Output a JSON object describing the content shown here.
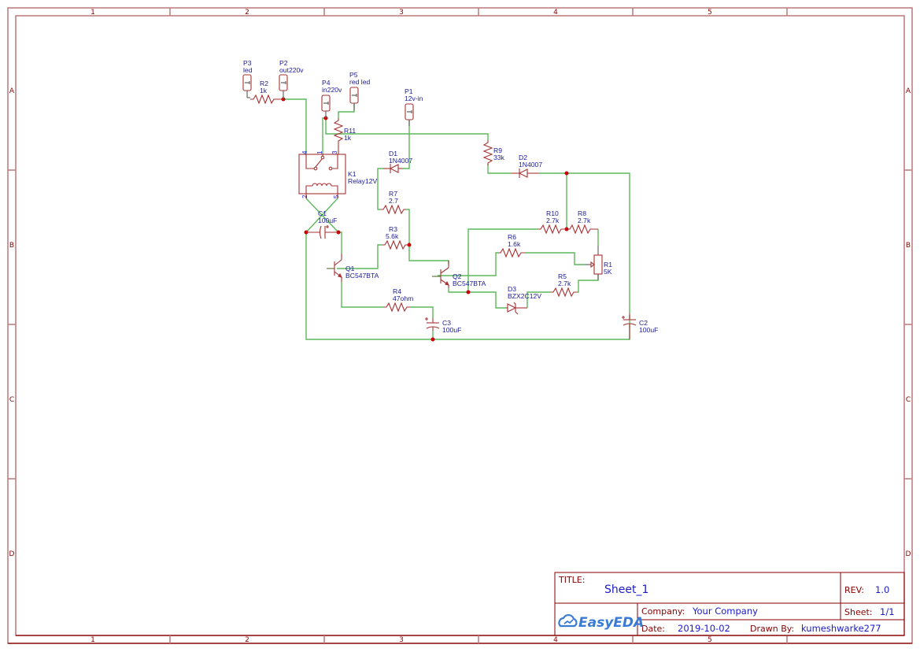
{
  "sheet": {
    "columns": [
      "1",
      "2",
      "3",
      "4",
      "5"
    ],
    "rows": [
      "A",
      "B",
      "C",
      "D"
    ]
  },
  "components": {
    "P3": {
      "ref": "P3",
      "value": "led"
    },
    "P2": {
      "ref": "P2",
      "value": "out220v"
    },
    "P4": {
      "ref": "P4",
      "value": "in220v"
    },
    "P5": {
      "ref": "P5",
      "value": "red led"
    },
    "P1": {
      "ref": "P1",
      "value": "12v-in"
    },
    "R2": {
      "ref": "R2",
      "value": "1k"
    },
    "R11": {
      "ref": "R11",
      "value": "1k"
    },
    "R9": {
      "ref": "R9",
      "value": "33k"
    },
    "D1": {
      "ref": "D1",
      "value": "1N4007"
    },
    "D2": {
      "ref": "D2",
      "value": "1N4007"
    },
    "K1": {
      "ref": "K1",
      "value": "Relay12V",
      "pins": [
        "4",
        "1",
        "3",
        "2",
        "5"
      ]
    },
    "R7": {
      "ref": "R7",
      "value": "2.7"
    },
    "R3": {
      "ref": "R3",
      "value": "5.6k"
    },
    "C1": {
      "ref": "C1",
      "value": "100uF"
    },
    "Q1": {
      "ref": "Q1",
      "value": "BC547BTA"
    },
    "Q2": {
      "ref": "Q2",
      "value": "BC547BTA"
    },
    "R4": {
      "ref": "R4",
      "value": "47ohm"
    },
    "C3": {
      "ref": "C3",
      "value": "100uF"
    },
    "R10": {
      "ref": "R10",
      "value": "2.7k"
    },
    "R8": {
      "ref": "R8",
      "value": "2.7k"
    },
    "R6": {
      "ref": "R6",
      "value": "1.6k"
    },
    "R1": {
      "ref": "R1",
      "value": "5K"
    },
    "R5": {
      "ref": "R5",
      "value": "2.7k"
    },
    "D3": {
      "ref": "D3",
      "value": "BZX2C12V"
    },
    "C2": {
      "ref": "C2",
      "value": "100uF"
    }
  },
  "titleblock": {
    "title_label": "TITLE:",
    "title": "Sheet_1",
    "rev_label": "REV:",
    "rev": "1.0",
    "company_label": "Company:",
    "company": "Your Company",
    "sheet_label": "Sheet:",
    "sheet": "1/1",
    "date_label": "Date:",
    "date": "2019-10-02",
    "drawn_label": "Drawn By:",
    "drawn_by": "kumeshwarke277",
    "logo": "EasyEDA"
  }
}
